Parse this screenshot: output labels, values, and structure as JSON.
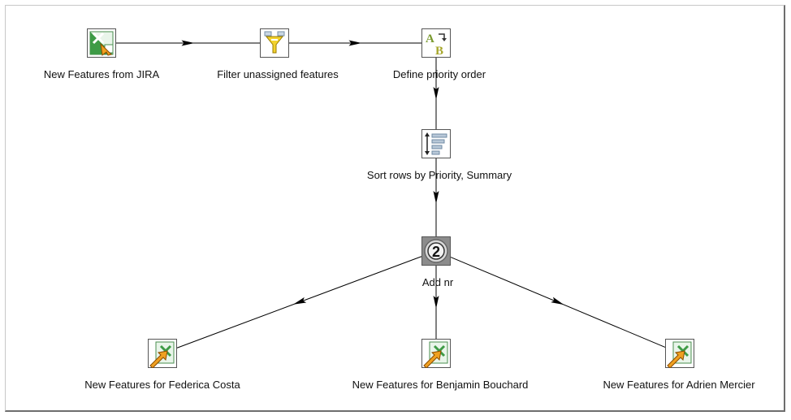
{
  "steps": {
    "jira_input": {
      "label": "New Features from JIRA",
      "icon": "excel-input-icon"
    },
    "filter": {
      "label": "Filter unassigned features",
      "icon": "filter-funnel-icon"
    },
    "priority": {
      "label": "Define priority order",
      "icon": "value-mapper-ab-icon"
    },
    "sort": {
      "label": "Sort rows by Priority, Summary",
      "icon": "sort-rows-icon"
    },
    "addnr": {
      "label": "Add nr",
      "icon": "add-sequence-icon",
      "badge": "2"
    },
    "out_federica": {
      "label": "New Features for Federica Costa",
      "icon": "excel-output-icon"
    },
    "out_benjamin": {
      "label": "New Features for Benjamin Bouchard",
      "icon": "excel-output-icon"
    },
    "out_adrien": {
      "label": "New Features for Adrien Mercier",
      "icon": "excel-output-icon"
    }
  },
  "hops": [
    {
      "from": "jira_input",
      "to": "filter"
    },
    {
      "from": "filter",
      "to": "priority"
    },
    {
      "from": "priority",
      "to": "sort"
    },
    {
      "from": "sort",
      "to": "addnr"
    },
    {
      "from": "addnr",
      "to": "out_federica"
    },
    {
      "from": "addnr",
      "to": "out_benjamin"
    },
    {
      "from": "addnr",
      "to": "out_adrien"
    }
  ],
  "colors": {
    "hop": "#000000",
    "excel_green": "#3e9b46",
    "output_arrow": "#f0a020",
    "filter_yellow": "#f2d22e",
    "add_nr_gray": "#8c8c8c"
  }
}
